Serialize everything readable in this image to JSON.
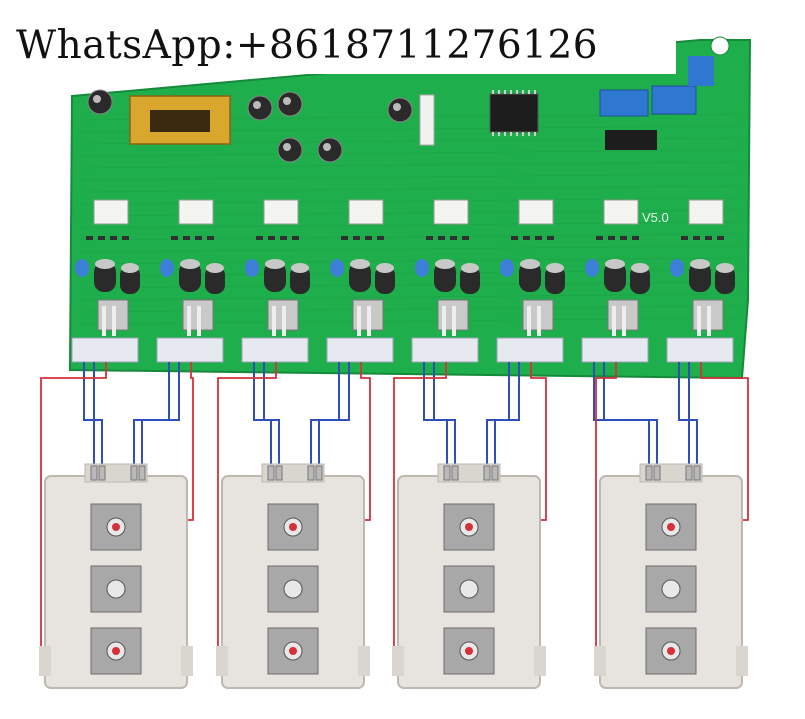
{
  "watermark": {
    "text": "WhatsApp:+8618711276126"
  },
  "board": {
    "version_label": "V5.0",
    "module_count": 4,
    "driver_channels": 8,
    "colors": {
      "pcb": "#1fae4c",
      "pcb_dark": "#168a3b",
      "silk": "#e9f5ea",
      "igbt_body": "#e7e4df",
      "igbt_frame": "#d9d5cf",
      "terminal": "#b9b9b9",
      "wire_red": "#d6303a",
      "wire_blue": "#2f4fb8",
      "cap_black": "#2a2a2a",
      "led_blue": "#3d7fd8",
      "relay_blue": "#2f78d1",
      "transformer": "#d9a62e"
    }
  }
}
